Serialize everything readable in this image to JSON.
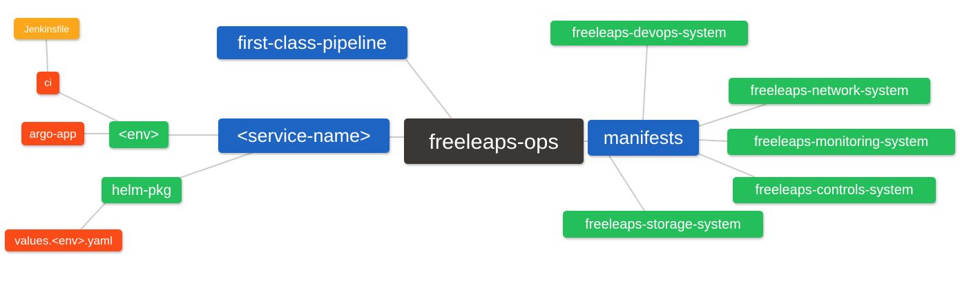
{
  "diagram": {
    "type": "mindmap",
    "root_label": "freeleaps-ops",
    "colors": {
      "root": "#3B3734",
      "branch_blue": "#1E64C3",
      "leaf_green": "#24BF5A",
      "leaf_orange": "#FAA71B",
      "leaf_red": "#FA4B19",
      "edge": "#CBCBCB"
    },
    "nodes": [
      {
        "id": "freeleaps-ops",
        "label": "freeleaps-ops",
        "level": "root",
        "color": "#3B3734"
      },
      {
        "id": "first-class-pipeline",
        "label": "first-class-pipeline",
        "level": "branch",
        "color": "#1E64C3"
      },
      {
        "id": "service-name",
        "label": "<service-name>",
        "level": "branch",
        "color": "#1E64C3"
      },
      {
        "id": "manifests",
        "label": "manifests",
        "level": "branch",
        "color": "#1E64C3"
      },
      {
        "id": "env",
        "label": "<env>",
        "level": "sub",
        "color": "#24BF5A"
      },
      {
        "id": "helm-pkg",
        "label": "helm-pkg",
        "level": "sub",
        "color": "#24BF5A"
      },
      {
        "id": "ci",
        "label": "ci",
        "level": "leaf",
        "color": "#FA4B19"
      },
      {
        "id": "argo-app",
        "label": "argo-app",
        "level": "leaf",
        "color": "#FA4B19"
      },
      {
        "id": "jenkinsfile",
        "label": "Jenkinsfile",
        "level": "leaf",
        "color": "#FAA71B"
      },
      {
        "id": "values-env-yaml",
        "label": "values.<env>.yaml",
        "level": "leaf",
        "color": "#FA4B19"
      },
      {
        "id": "freeleaps-devops-system",
        "label": "freeleaps-devops-system",
        "level": "sub",
        "color": "#24BF5A"
      },
      {
        "id": "freeleaps-network-system",
        "label": "freeleaps-network-system",
        "level": "sub",
        "color": "#24BF5A"
      },
      {
        "id": "freeleaps-monitoring-system",
        "label": "freeleaps-monitoring-system",
        "level": "sub",
        "color": "#24BF5A"
      },
      {
        "id": "freeleaps-controls-system",
        "label": "freeleaps-controls-system",
        "level": "sub",
        "color": "#24BF5A"
      },
      {
        "id": "freeleaps-storage-system",
        "label": "freeleaps-storage-system",
        "level": "sub",
        "color": "#24BF5A"
      }
    ],
    "edges": [
      [
        "jenkinsfile",
        "ci"
      ],
      [
        "ci",
        "env"
      ],
      [
        "argo-app",
        "env"
      ],
      [
        "env",
        "service-name"
      ],
      [
        "service-name",
        "helm-pkg"
      ],
      [
        "helm-pkg",
        "values-env-yaml"
      ],
      [
        "first-class-pipeline",
        "freeleaps-ops"
      ],
      [
        "service-name",
        "freeleaps-ops"
      ],
      [
        "freeleaps-ops",
        "manifests"
      ],
      [
        "freeleaps-devops-system",
        "manifests"
      ],
      [
        "manifests",
        "freeleaps-network-system"
      ],
      [
        "manifests",
        "freeleaps-monitoring-system"
      ],
      [
        "manifests",
        "freeleaps-controls-system"
      ],
      [
        "manifests",
        "freeleaps-storage-system"
      ]
    ]
  }
}
